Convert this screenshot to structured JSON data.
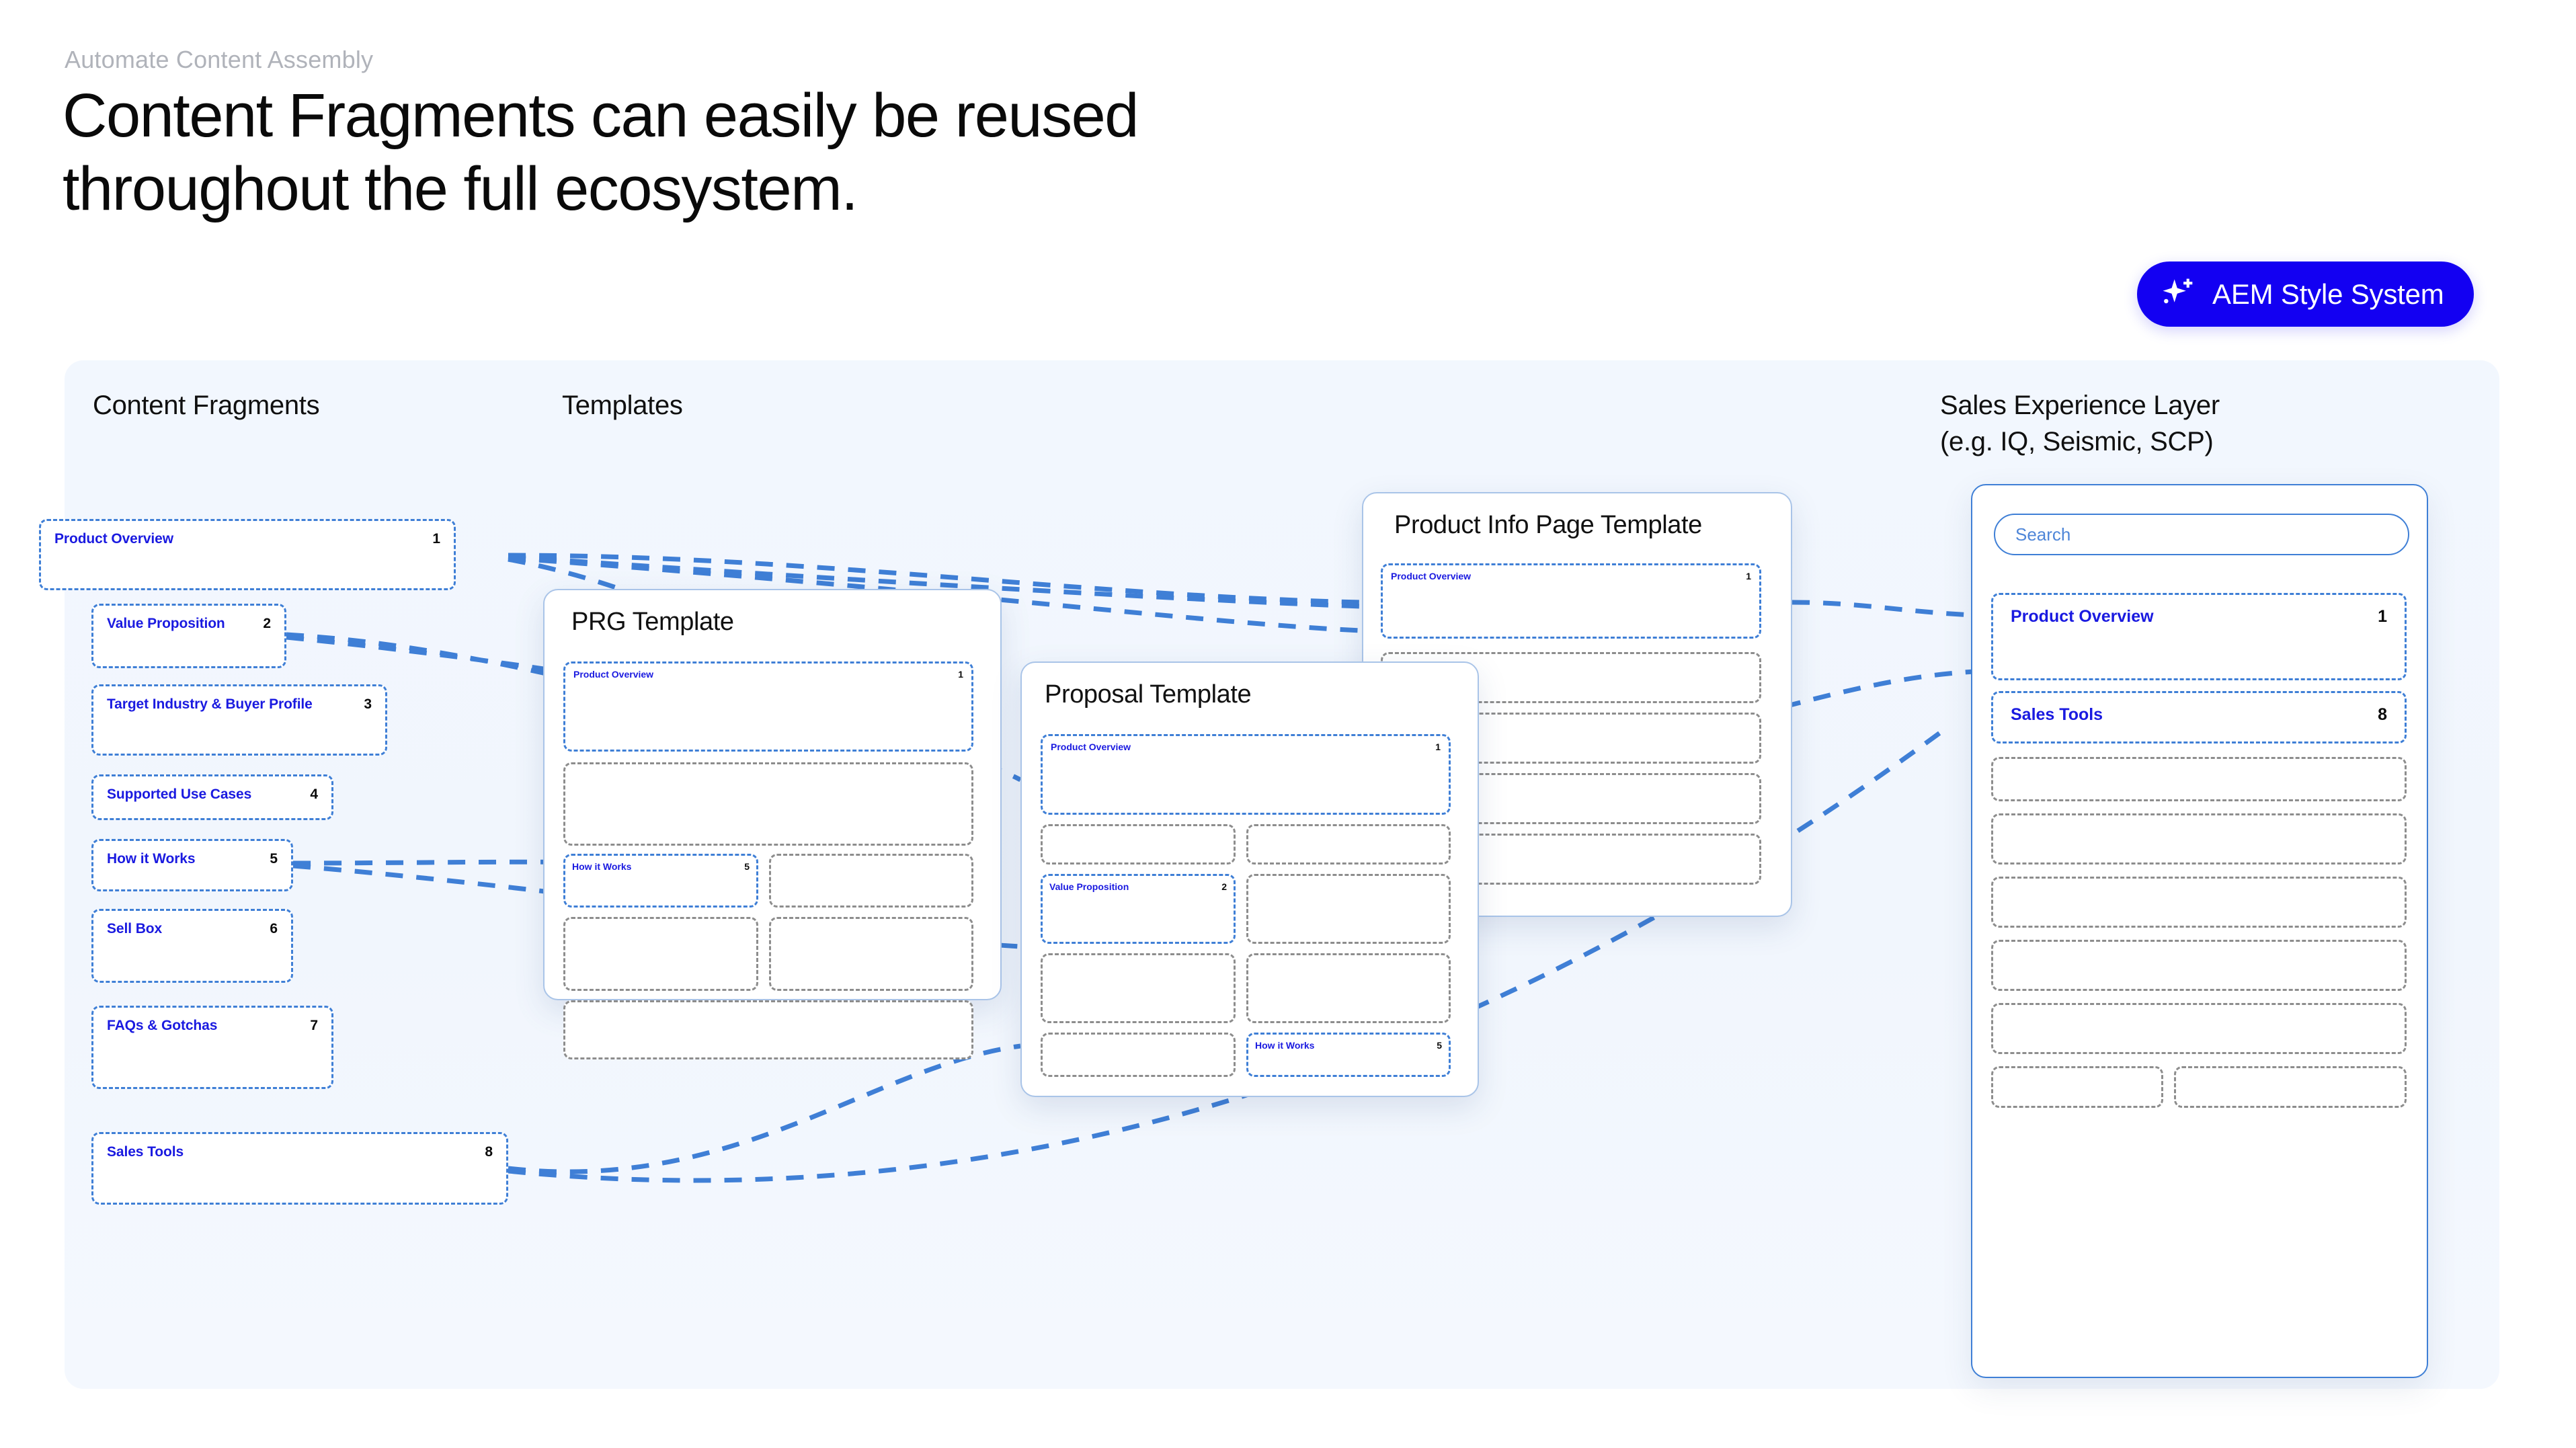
{
  "header": {
    "eyebrow": "Automate Content Assembly",
    "headline_line1": "Content Fragments can easily be reused",
    "headline_line2": "throughout the full ecosystem."
  },
  "badge": {
    "label": "AEM Style System",
    "icon": "sparkle-icon",
    "bg_color": "#1300F2",
    "text_color": "#FFFFFF"
  },
  "colors": {
    "panel_bg": "#F2F7FE",
    "fragment_border": "#3F7FD6",
    "fragment_label": "#1A1AE0",
    "empty_slot_border": "#8D8D8D",
    "connector": "#3F7FD6",
    "card_border": "#A9C4E8"
  },
  "columns": {
    "fragments_title": "Content Fragments",
    "templates_title": "Templates",
    "sales_title": "Sales Experience Layer\n(e.g. IQ, Seismic, SCP)"
  },
  "fragments": [
    {
      "name": "Product Overview",
      "num": "1"
    },
    {
      "name": "Value Proposition",
      "num": "2"
    },
    {
      "name": "Target Industry & Buyer Profile",
      "num": "3"
    },
    {
      "name": "Supported Use Cases",
      "num": "4"
    },
    {
      "name": "How it Works",
      "num": "5"
    },
    {
      "name": "Sell Box",
      "num": "6"
    },
    {
      "name": "FAQs & Gotchas",
      "num": "7"
    },
    {
      "name": "Sales Tools",
      "num": "8"
    }
  ],
  "templates": [
    {
      "title": "PRG Template",
      "slots": [
        {
          "name": "Product Overview",
          "num": "1",
          "filled": true
        },
        {
          "name": "",
          "num": "",
          "filled": false
        },
        {
          "name": "How it Works",
          "num": "5",
          "filled": true
        },
        {
          "name": "",
          "num": "",
          "filled": false
        },
        {
          "name": "",
          "num": "",
          "filled": false
        },
        {
          "name": "",
          "num": "",
          "filled": false
        },
        {
          "name": "",
          "num": "",
          "filled": false
        }
      ]
    },
    {
      "title": "Proposal Template",
      "slots": [
        {
          "name": "Product Overview",
          "num": "1",
          "filled": true
        },
        {
          "name": "",
          "num": "",
          "filled": false
        },
        {
          "name": "",
          "num": "",
          "filled": false
        },
        {
          "name": "Value Proposition",
          "num": "2",
          "filled": true
        },
        {
          "name": "",
          "num": "",
          "filled": false
        },
        {
          "name": "",
          "num": "",
          "filled": false
        },
        {
          "name": "",
          "num": "",
          "filled": false
        },
        {
          "name": "",
          "num": "",
          "filled": false
        },
        {
          "name": "How it Works",
          "num": "5",
          "filled": true
        }
      ]
    },
    {
      "title": "Product Info Page Template",
      "slots": [
        {
          "name": "Product Overview",
          "num": "1",
          "filled": true
        },
        {
          "name": "",
          "num": "",
          "filled": false
        },
        {
          "name": "",
          "num": "",
          "filled": false
        },
        {
          "name": "",
          "num": "",
          "filled": false
        },
        {
          "name": "",
          "num": "",
          "filled": false
        }
      ]
    }
  ],
  "sales_panel": {
    "search_placeholder": "Search",
    "items": [
      {
        "name": "Product Overview",
        "num": "1",
        "filled": true
      },
      {
        "name": "Sales Tools",
        "num": "8",
        "filled": true
      },
      {
        "name": "",
        "num": "",
        "filled": false
      },
      {
        "name": "",
        "num": "",
        "filled": false
      },
      {
        "name": "",
        "num": "",
        "filled": false
      },
      {
        "name": "",
        "num": "",
        "filled": false
      },
      {
        "name": "",
        "num": "",
        "filled": false
      },
      {
        "name": "",
        "num": "",
        "filled": false
      },
      {
        "name": "",
        "num": "",
        "filled": false
      }
    ]
  }
}
